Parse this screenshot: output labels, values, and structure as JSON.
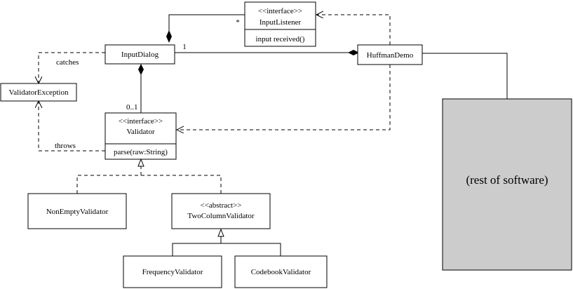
{
  "classes": {
    "input_listener": {
      "stereotype": "<<interface>>",
      "name": "InputListener",
      "operation": "input received()"
    },
    "input_dialog": {
      "name": "InputDialog"
    },
    "huffman_demo": {
      "name": "HuffmanDemo"
    },
    "validator_exception": {
      "name": "ValidatorException"
    },
    "validator": {
      "stereotype": "<<interface>>",
      "name": "Validator",
      "operation": "parse(raw:String)"
    },
    "non_empty_validator": {
      "name": "NonEmptyValidator"
    },
    "two_column_validator": {
      "stereotype": "<<abstract>>",
      "name": "TwoColumnValidator"
    },
    "frequency_validator": {
      "name": "FrequencyValidator"
    },
    "codebook_validator": {
      "name": "CodebookValidator"
    }
  },
  "rest_of_software": {
    "label": "(rest of software)",
    "fill": "#cccccc"
  },
  "labels": {
    "listener_multiplicity": "*",
    "dialog_multiplicity": "1",
    "catches": "catches",
    "throws": "throws",
    "validator_multiplicity": "0..1"
  }
}
